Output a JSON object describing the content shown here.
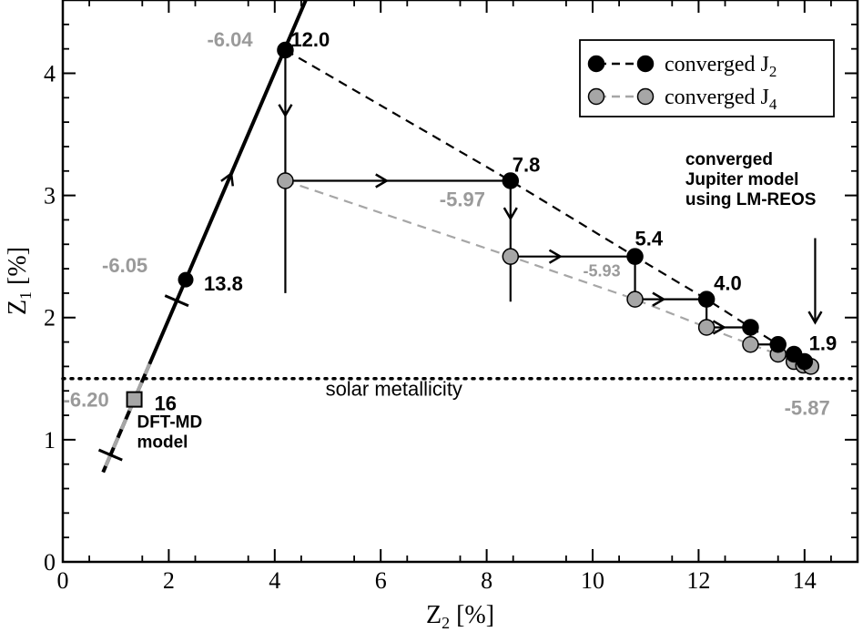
{
  "chart_data": {
    "type": "scatter",
    "xlabel": {
      "main": "Z",
      "sub": "2",
      "unit": " [%]"
    },
    "ylabel": {
      "main": "Z",
      "sub": "1",
      "unit": " [%]"
    },
    "xlim": [
      0,
      15
    ],
    "ylim": [
      0,
      4.6
    ],
    "xticks": [
      0,
      2,
      4,
      6,
      8,
      10,
      12,
      14
    ],
    "yticks": [
      0,
      1,
      2,
      3,
      4
    ],
    "legend": {
      "position": "top-right",
      "entries": [
        {
          "label": "converged J",
          "sub": "2",
          "color": "#000000"
        },
        {
          "label": "converged J",
          "sub": "4",
          "color": "#a6a6a6"
        }
      ]
    },
    "series": [
      {
        "key": "j2",
        "color": "#000000",
        "points": [
          {
            "x": 4.2,
            "y": 4.19
          },
          {
            "x": 8.45,
            "y": 3.12
          },
          {
            "x": 10.8,
            "y": 2.5
          },
          {
            "x": 12.15,
            "y": 2.15
          },
          {
            "x": 12.98,
            "y": 1.92
          },
          {
            "x": 13.5,
            "y": 1.78
          },
          {
            "x": 13.8,
            "y": 1.7
          },
          {
            "x": 14.0,
            "y": 1.64
          }
        ]
      },
      {
        "key": "j4",
        "color": "#a6a6a6",
        "points": [
          {
            "x": 4.2,
            "y": 3.12
          },
          {
            "x": 8.45,
            "y": 2.5
          },
          {
            "x": 10.8,
            "y": 2.15
          },
          {
            "x": 12.15,
            "y": 1.92
          },
          {
            "x": 12.98,
            "y": 1.78
          },
          {
            "x": 13.5,
            "y": 1.7
          },
          {
            "x": 13.8,
            "y": 1.64
          },
          {
            "x": 13.98,
            "y": 1.61
          },
          {
            "x": 14.12,
            "y": 1.6
          }
        ]
      }
    ],
    "start_point": {
      "x": 1.35,
      "y": 1.33
    },
    "extra_point": {
      "x": 2.32,
      "y": 2.31
    },
    "reference_line": {
      "y": 1.5,
      "label": "solar metallicity"
    },
    "annotations": [
      {
        "text": "12.0",
        "x": 4.2,
        "y": 4.19,
        "style": "black",
        "dx": 6,
        "dy": -4
      },
      {
        "text": "-6.04",
        "x": 4.2,
        "y": 4.19,
        "style": "gray",
        "dx": -86,
        "dy": -4
      },
      {
        "text": "7.8",
        "x": 8.45,
        "y": 3.12,
        "style": "black",
        "dx": 2,
        "dy": -10
      },
      {
        "text": "-5.97",
        "x": 8.45,
        "y": 3.12,
        "style": "gray",
        "dx": -78,
        "dy": 28
      },
      {
        "text": "5.4",
        "x": 10.8,
        "y": 2.5,
        "style": "black",
        "dx": 0,
        "dy": -12
      },
      {
        "text": "-5.93",
        "x": 10.8,
        "y": 2.5,
        "style": "gray-sm",
        "dx": -57,
        "dy": 22
      },
      {
        "text": "4.0",
        "x": 12.15,
        "y": 2.15,
        "style": "black",
        "dx": 8,
        "dy": -10
      },
      {
        "text": "1.9",
        "x": 14.1,
        "y": 1.6,
        "style": "black",
        "dx": -1,
        "dy": -18
      },
      {
        "text": "-5.87",
        "x": 14.1,
        "y": 1.6,
        "style": "gray",
        "dx": -28,
        "dy": 53
      },
      {
        "text": "13.8",
        "x": 2.32,
        "y": 2.31,
        "style": "black",
        "dx": 20,
        "dy": 12
      },
      {
        "text": "-6.05",
        "x": 2.32,
        "y": 2.31,
        "style": "gray",
        "dx": -92,
        "dy": -8
      },
      {
        "text": "16",
        "x": 1.35,
        "y": 1.33,
        "style": "black",
        "dx": 22,
        "dy": 12
      },
      {
        "text": "-6.20",
        "x": 1.35,
        "y": 1.33,
        "style": "gray",
        "dx": -78,
        "dy": 8
      }
    ],
    "notes": [
      {
        "lines": [
          "DFT-MD",
          "model"
        ],
        "x": 1.4,
        "y": 1.1
      },
      {
        "lines": [
          "converged",
          "Jupiter model",
          "using LM-REOS"
        ],
        "x": 11.75,
        "y": 3.25
      }
    ]
  }
}
